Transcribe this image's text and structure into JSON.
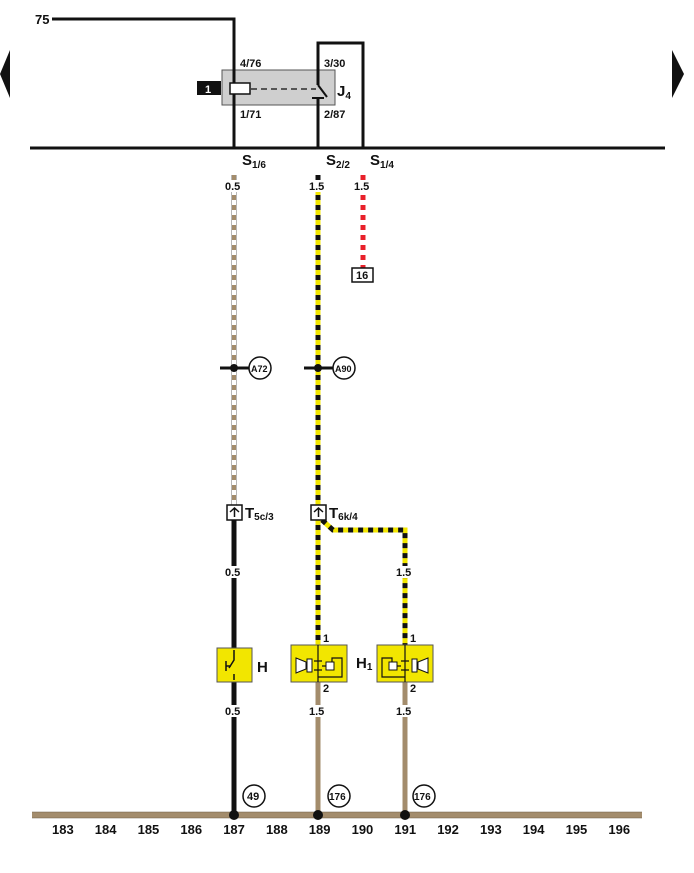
{
  "colors": {
    "yellow": "#f2e600",
    "brown": "#a38c6c",
    "red": "#e8202a",
    "relay_gray": "#cfcfcf",
    "black": "#111111"
  },
  "relay": {
    "label": "J",
    "label_sub": "4",
    "badge": "1",
    "pins": {
      "p4": "4/76",
      "p3": "3/30",
      "p1": "1/71",
      "p2": "2/87"
    }
  },
  "supply": {
    "terminal": "75"
  },
  "fuses": [
    {
      "name": "S",
      "sub": "1/6",
      "cross_section": "0.5"
    },
    {
      "name": "S",
      "sub": "2/2",
      "cross_section": "1.5"
    },
    {
      "name": "S",
      "sub": "1/4",
      "cross_section": "1.5",
      "destination": "16"
    }
  ],
  "junctions": [
    {
      "label": "A72"
    },
    {
      "label": "A90"
    }
  ],
  "connectors": [
    {
      "name": "T",
      "sub": "5c/3",
      "after_cross_section": "0.5"
    },
    {
      "name": "T",
      "sub": "6k/4",
      "branch_cross_section": "1.5"
    }
  ],
  "components": [
    {
      "label": "H",
      "label_sub": "",
      "out_cross_section": "0.5"
    },
    {
      "label": "H",
      "label_sub": "1",
      "pin_in": "1",
      "pin_out": "2",
      "out_cross_section": "1.5",
      "out2_cross_section": "1.5",
      "pin2_in": "1",
      "pin2_out": "2"
    }
  ],
  "ground_refs": [
    "49",
    "176",
    "176"
  ],
  "scale": [
    "183",
    "184",
    "185",
    "186",
    "187",
    "188",
    "189",
    "190",
    "191",
    "192",
    "193",
    "194",
    "195",
    "196"
  ],
  "nav": {
    "prev": "previous-page",
    "next": "next-page"
  }
}
